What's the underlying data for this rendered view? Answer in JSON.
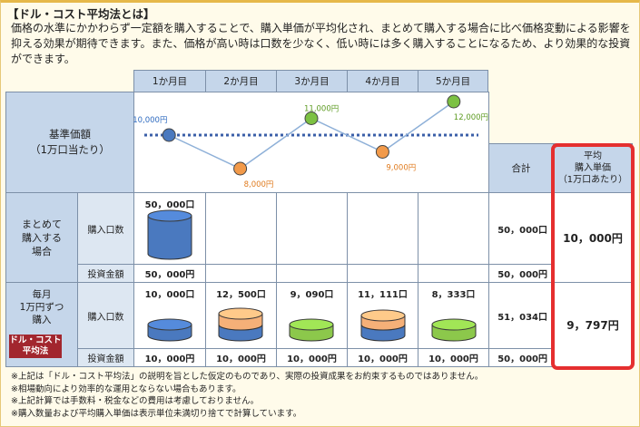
{
  "title": "【ドル・コスト平均法とは】",
  "intro": "価格の水準にかかわらず一定額を購入することで、購入単価が平均化され、まとめて購入する場合に比べ価格変動による影響を抑える効果が期待できます。また、価格が高い時は口数を少なく、低い時には多く購入することになるため、より効果的な投資ができます。",
  "months": [
    "1か月目",
    "2か月目",
    "3か月目",
    "4か月目",
    "5か月目"
  ],
  "base_price_label": "基準価額\n（1万口当たり）",
  "total_label": "合計",
  "avg_label": "平均\n購入単価\n（1万口あたり）",
  "prices": [
    {
      "label": "10,000円",
      "value": 10000,
      "color": "#4a79bf"
    },
    {
      "label": "8,000円",
      "value": 8000,
      "color": "#f29a4a"
    },
    {
      "label": "11,000円",
      "value": 11000,
      "color": "#7cc142"
    },
    {
      "label": "9,000円",
      "value": 9000,
      "color": "#f29a4a"
    },
    {
      "label": "12,000円",
      "value": 12000,
      "color": "#7cc142"
    }
  ],
  "lumpsum": {
    "label": "まとめて\n購入する\n場合",
    "units_label": "購入口数",
    "amount_label": "投資金額",
    "units": "50，000口",
    "amount": "50，000円",
    "total_units": "50，000口",
    "total_amount": "50，000円",
    "avg_price": "10，000円"
  },
  "dca": {
    "label": "毎月\n1万円ずつ\n購入",
    "badge": "ドル・コスト\n平均法",
    "units_label": "購入口数",
    "amount_label": "投資金額",
    "units": [
      "10，000口",
      "12，500口",
      "9，090口",
      "11，111口",
      "8，333口"
    ],
    "amounts": [
      "10，000円",
      "10，000円",
      "10，000円",
      "10，000円",
      "10，000円"
    ],
    "total_units": "51，034口",
    "total_amount": "50，000円",
    "avg_price": "9，797円"
  },
  "notes": [
    "※上記は「ドル・コスト平均法」の説明を旨とした仮定のものであり、実際の投資成果をお約束するものではありません。",
    "※相場動向により効率的な運用とならない場合もあります。",
    "※上記計算では手数料・税金などの費用は考慮しておりません。",
    "※購入数量および平均購入単価は表示単位未満切り捨てで計算しています。"
  ],
  "colors": {
    "accent_red": "#e52f2f",
    "badge": "#a2262e",
    "header_blue": "#c5d6ea",
    "coin_blue": "#4a79bf",
    "coin_orange": "#f5b078",
    "coin_green": "#8cc84b"
  }
}
